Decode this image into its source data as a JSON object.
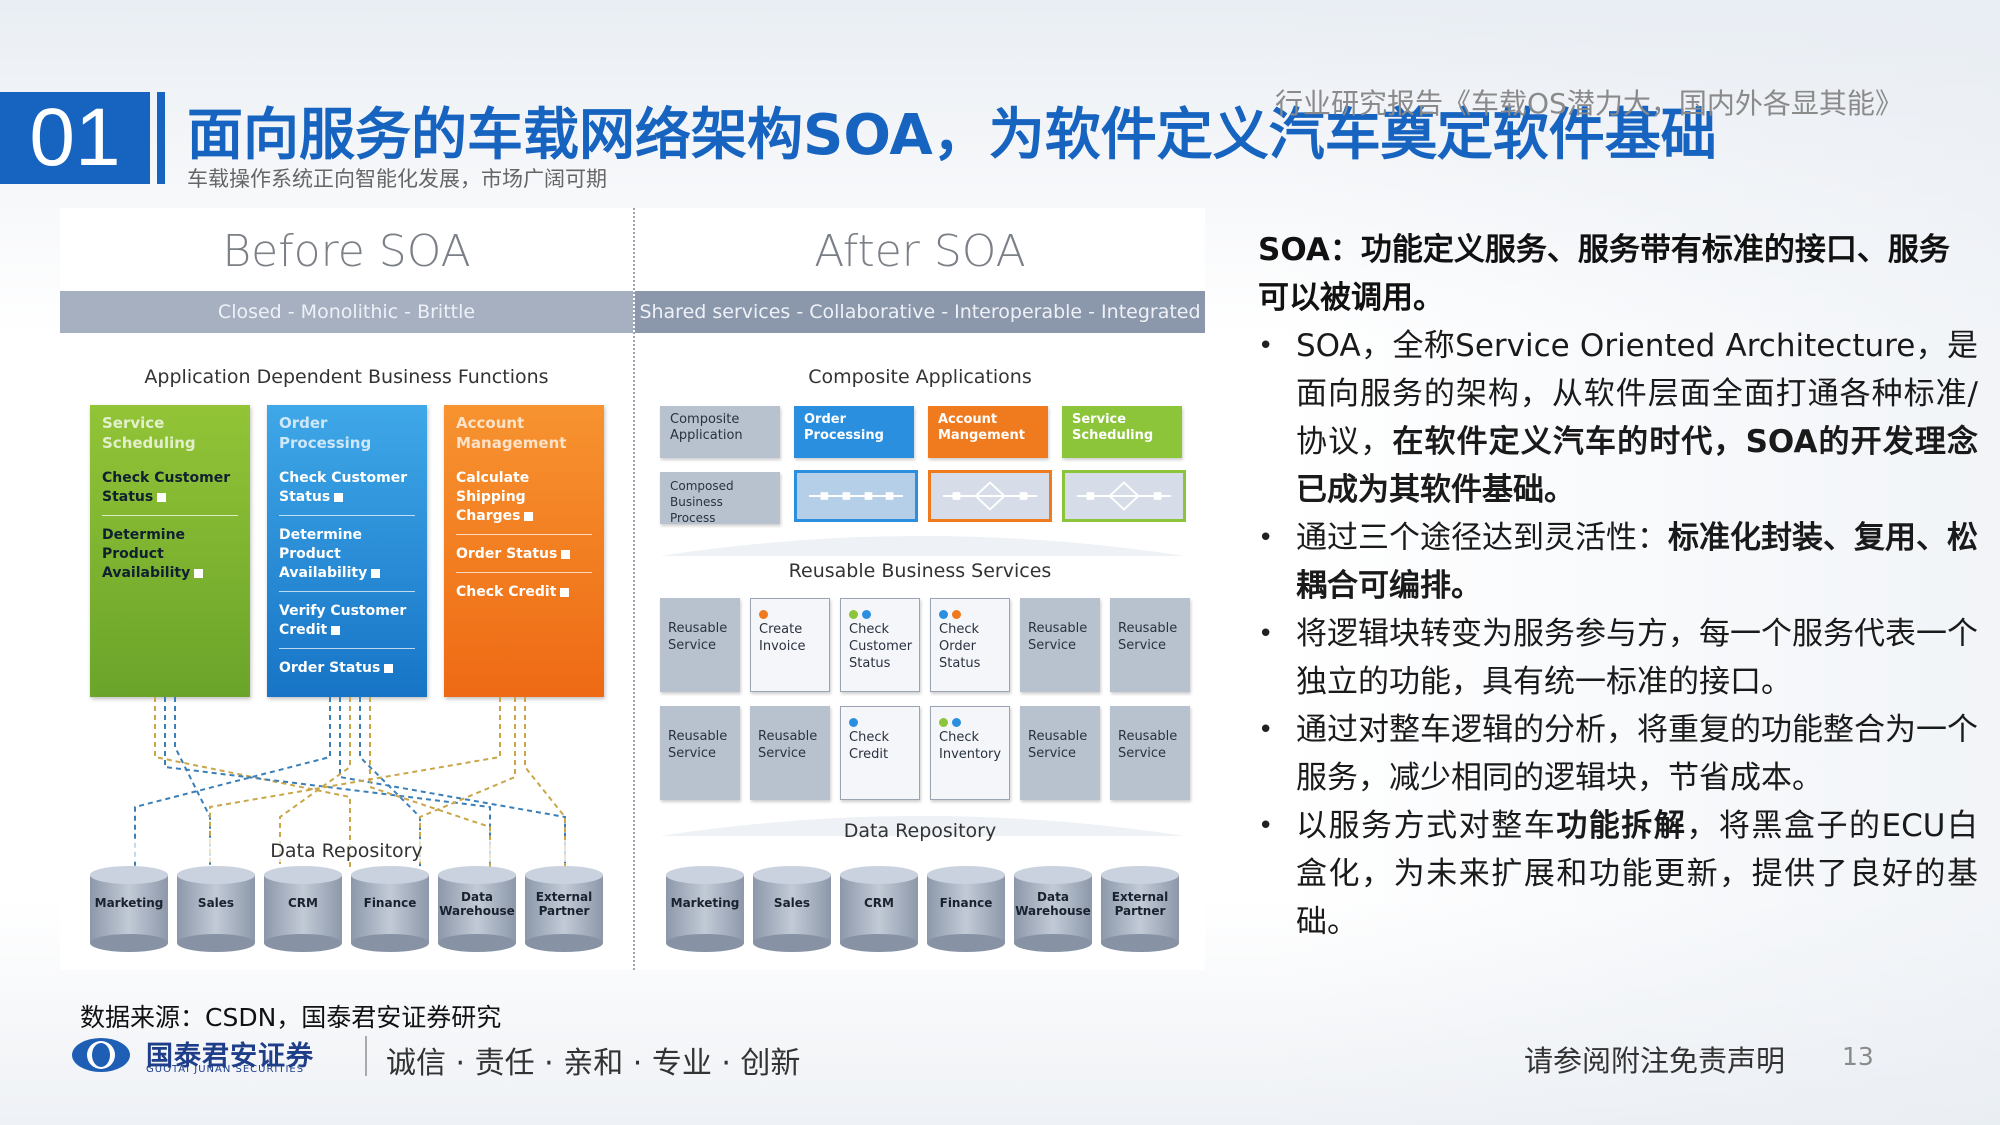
{
  "header": {
    "slide_number": "01",
    "title": "面向服务的车载网络架构SOA，为软件定义汽车奠定软件基础",
    "subtitle": "车载操作系统正向智能化发展，市场广阔可期",
    "report_title": "行业研究报告《车载OS潜力大，国内外各显其能》"
  },
  "figure": {
    "before": {
      "heading": "Before SOA",
      "band": "Closed - Monolithic - Brittle",
      "section": "Application Dependent Business Functions",
      "columns": [
        {
          "title": "Service Scheduling",
          "items": [
            "Check Customer Status",
            "Determine Product Availability"
          ]
        },
        {
          "title": "Order Processing",
          "items": [
            "Check Customer Status",
            "Determine Product Availability",
            "Verify Customer Credit",
            "Order Status"
          ]
        },
        {
          "title": "Account Management",
          "items": [
            "Calculate Shipping Charges",
            "Order Status",
            "Check Credit"
          ]
        }
      ],
      "repository": "Data Repository",
      "databases": [
        "Marketing",
        "Sales",
        "CRM",
        "Finance",
        "Data Warehouse",
        "External Partner"
      ]
    },
    "after": {
      "heading": "After SOA",
      "band": "Shared services - Collaborative - Interoperable - Integrated",
      "section": "Composite Applications",
      "composite_row": [
        "Composite Application",
        "Order Processing",
        "Account Mangement",
        "Service Scheduling"
      ],
      "composed_label": "Composed Business Process",
      "services_label": "Reusable Business Services",
      "services_row1": [
        "Reusable Service",
        "Create Invoice",
        "Check Customer Status",
        "Check Order Status",
        "Reusable Service",
        "Reusable Service"
      ],
      "services_row2": [
        "Reusable Service",
        "Reusable Service",
        "Check Credit",
        "Check Inventory",
        "Reusable Service",
        "Reusable Service"
      ],
      "repository": "Data Repository",
      "databases": [
        "Marketing",
        "Sales",
        "CRM",
        "Finance",
        "Data Warehouse",
        "External Partner"
      ]
    }
  },
  "side": {
    "heading": "SOA：功能定义服务、服务带有标准的接口、服务可以被调用。",
    "b1_plain": "SOA，全称Service Oriented Architecture，是面向服务的架构，从软件层面全面打通各种标准/协议，",
    "b1_bold": "在软件定义汽车的时代，SOA的开发理念已成为其软件基础。",
    "b2_plain": "通过三个途径达到灵活性：",
    "b2_bold": "标准化封装、复用、松耦合可编排。",
    "b3": "将逻辑块转变为服务参与方，每一个服务代表一个独立的功能，具有统一标准的接口。",
    "b4": "通过对整车逻辑的分析，将重复的功能整合为一个服务，减少相同的逻辑块，节省成本。",
    "b5_a": "以服务方式对整车",
    "b5_bold": "功能拆解",
    "b5_b": "，将黑盒子的ECU白盒化，为未来扩展和功能更新，提供了良好的基础。"
  },
  "footer": {
    "source": "数据来源：CSDN，国泰君安证券研究",
    "logo_cn": "国泰君安证券",
    "logo_en": "GUOTAI JUNAN SECURITIES",
    "slogan": "诚信 · 责任 · 亲和 · 专业 · 创新",
    "disclaimer": "请参阅附注免责声明",
    "page": "13"
  },
  "colors": {
    "brand_blue": "#1764c0",
    "green": "#8cc43a",
    "blue": "#2a8fde",
    "orange": "#f07a1e"
  }
}
